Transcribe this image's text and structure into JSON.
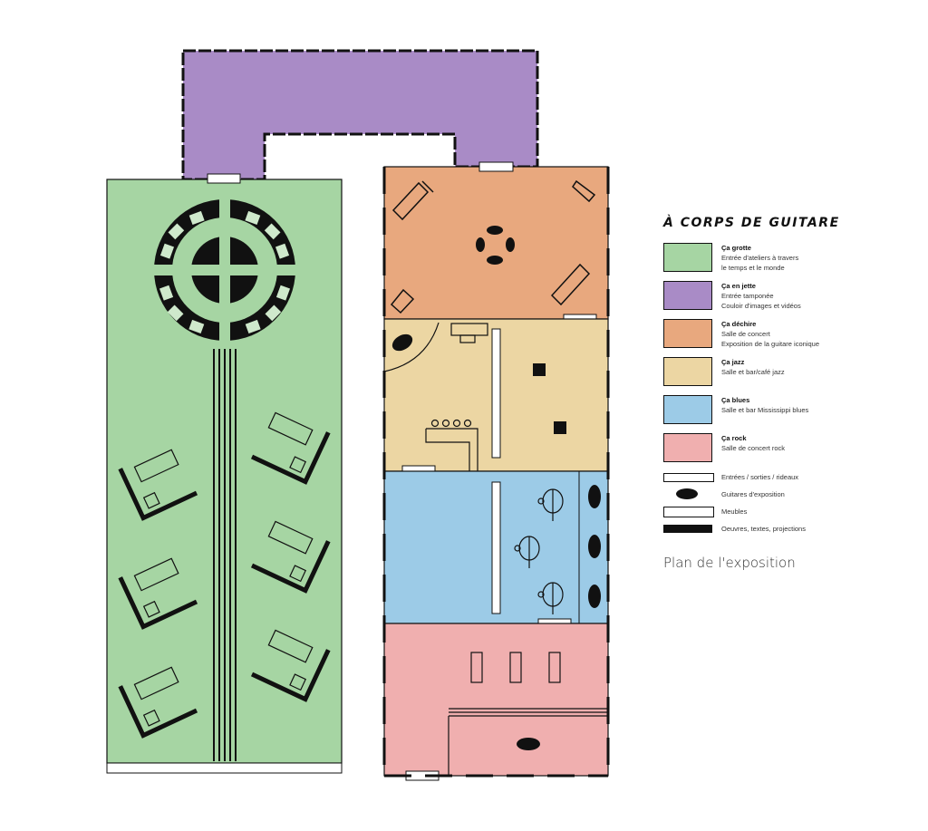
{
  "legend": {
    "title": "À CORPS DE GUITARE",
    "zones": [
      {
        "name": "Ça grotte",
        "line1": "Entrée d'ateliers à travers",
        "line2": "le temps et le monde",
        "color": "#a6d5a3"
      },
      {
        "name": "Ça en jette",
        "line1": "Entrée tamponée",
        "line2": "Couloir d'images et vidéos",
        "color": "#a98bc6"
      },
      {
        "name": "Ça déchire",
        "line1": "Salle de concert",
        "line2": "Exposition de la guitare iconique",
        "color": "#e8a87e"
      },
      {
        "name": "Ça jazz",
        "line1": "Salle et bar/café jazz",
        "line2": "",
        "color": "#ecd6a3"
      },
      {
        "name": "Ça blues",
        "line1": "Salle et bar Mississippi blues",
        "line2": "",
        "color": "#9ccbe7"
      },
      {
        "name": "Ça rock",
        "line1": "Salle de concert rock",
        "line2": "",
        "color": "#f0afaf"
      }
    ],
    "symbols": [
      {
        "label": "Entrées / sorties / rideaux",
        "icon": "white-bar"
      },
      {
        "label": "Guitares d'exposition",
        "icon": "black-oval"
      },
      {
        "label": "Meubles",
        "icon": "white-rect"
      },
      {
        "label": "Oeuvres, textes, projections",
        "icon": "black-bar"
      }
    ]
  },
  "caption": "Plan de l'exposition",
  "colors": {
    "wall": "#111111",
    "green": "#a6d5a3",
    "purple": "#a98bc6",
    "orange": "#e8a87e",
    "yellow": "#ecd6a3",
    "blue": "#9ccbe7",
    "pink": "#f0afaf"
  }
}
